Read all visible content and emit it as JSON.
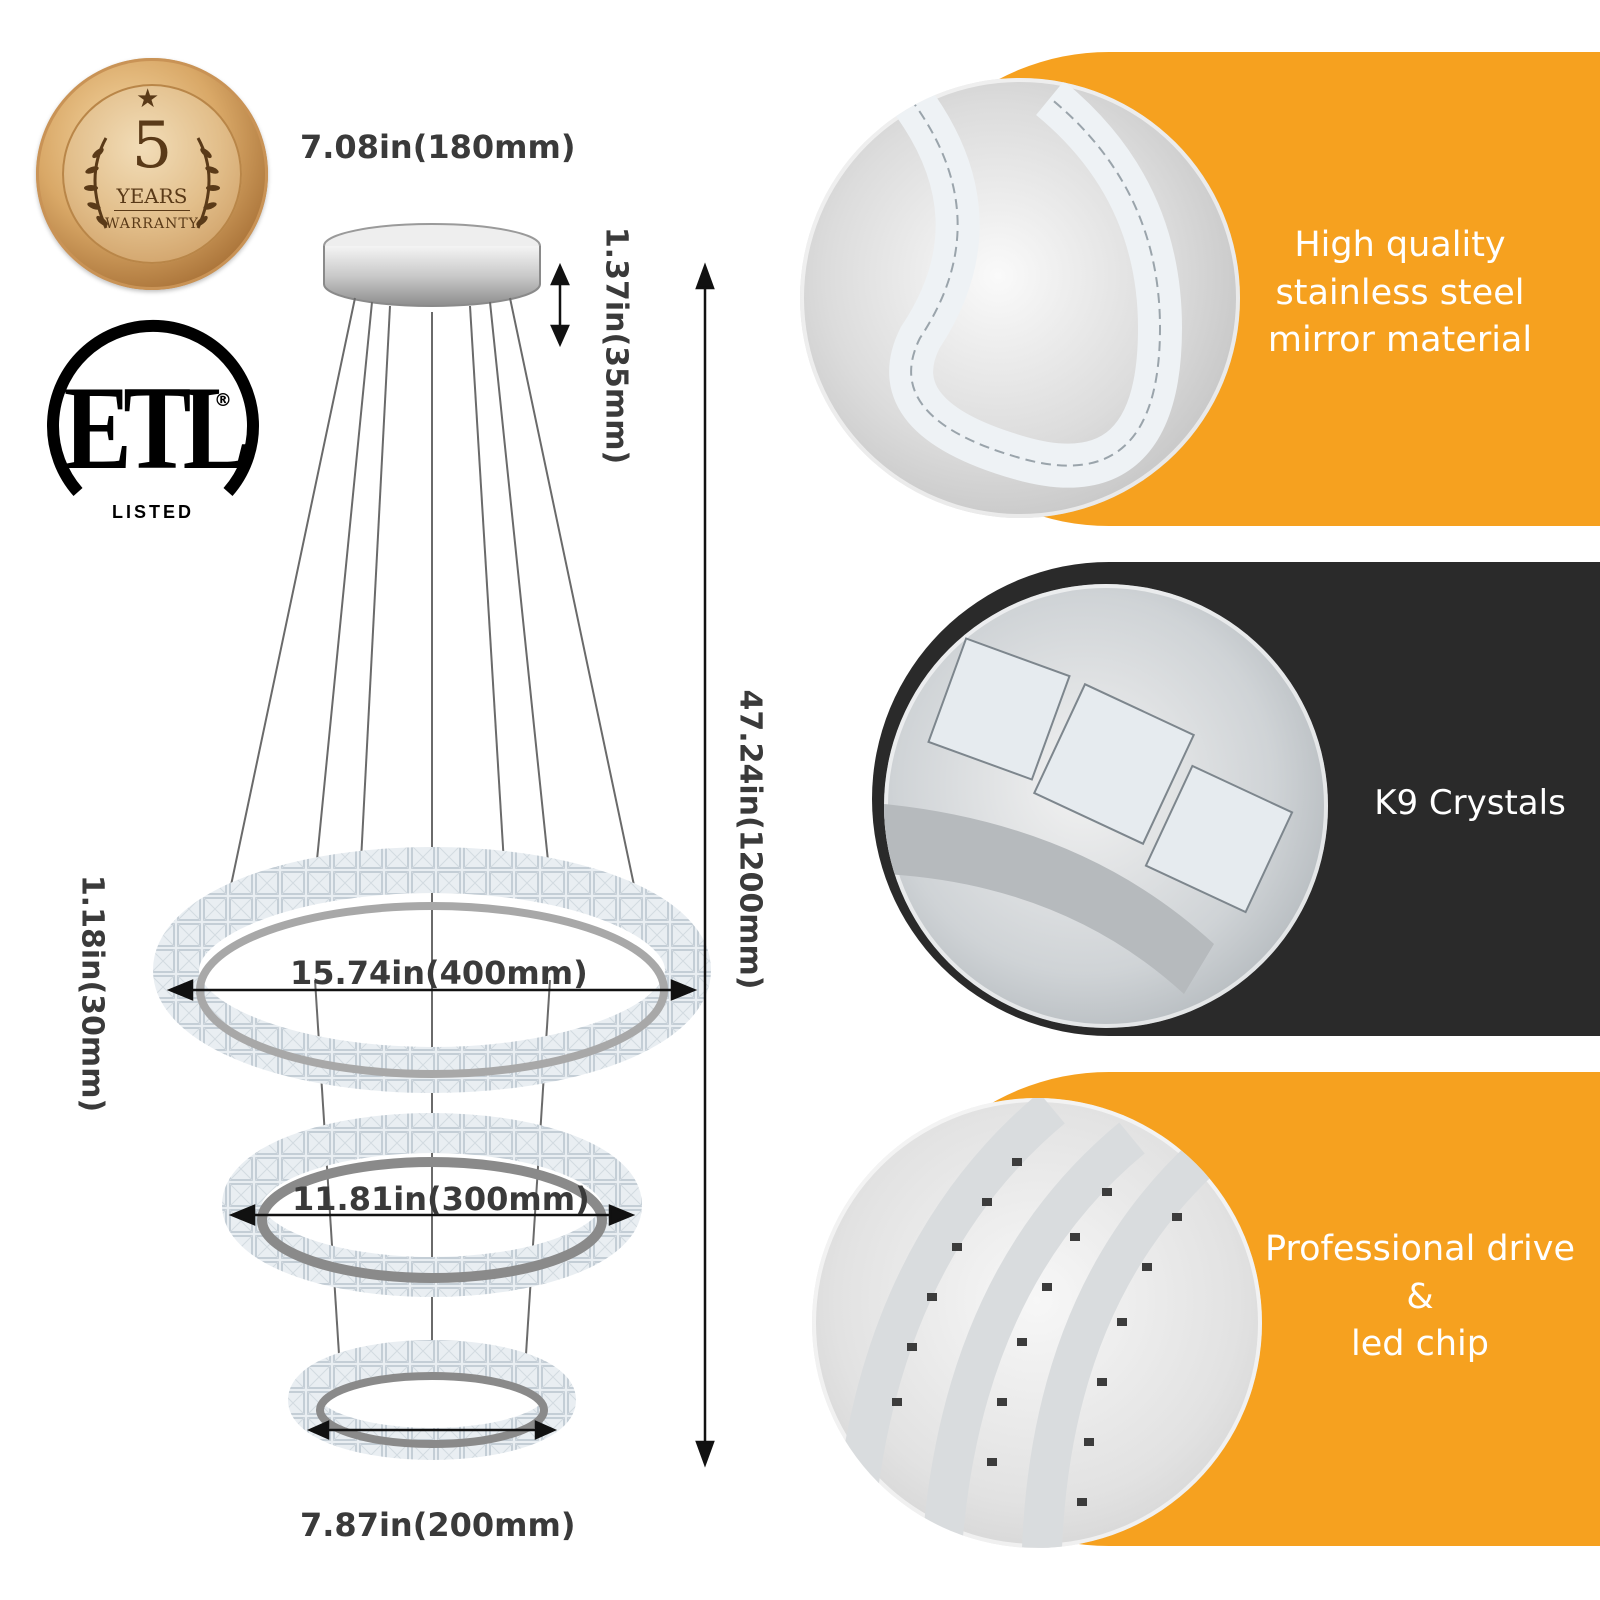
{
  "badges": {
    "warranty": {
      "number": "5",
      "years": "YEARS",
      "label": "WARRANTY"
    },
    "etl": {
      "mark": "ETL",
      "listed": "LISTED",
      "registered": "®"
    }
  },
  "dimensions": {
    "canopy_width": "7.08in(180mm)",
    "canopy_height": "1.37in(35mm)",
    "total_height": "47.24in(1200mm)",
    "ring_thickness": "1.18in(30mm)",
    "ring_large": "15.74in(400mm)",
    "ring_medium": "11.81in(300mm)",
    "ring_small": "7.87in(200mm)"
  },
  "features": [
    {
      "lines": [
        "High quality",
        "stainless steel",
        "mirror material"
      ],
      "icon": "steel-ring-photo",
      "color": "#f6a11f"
    },
    {
      "lines": [
        "K9 Crystals"
      ],
      "icon": "crystal-closeup-photo",
      "color": "#2a2a2a"
    },
    {
      "lines": [
        "Professional drive",
        "&",
        "led chip"
      ],
      "icon": "led-strip-photo",
      "color": "#f6a11f"
    }
  ]
}
